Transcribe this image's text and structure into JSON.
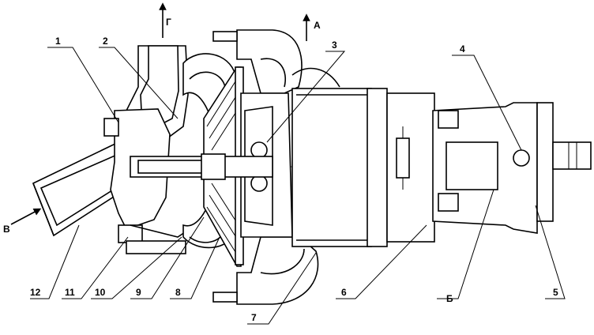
{
  "callouts": [
    "1",
    "2",
    "3",
    "4",
    "5",
    "6",
    "7",
    "8",
    "9",
    "10",
    "11",
    "12"
  ],
  "flow_labels": [
    "Г",
    "А",
    "В",
    "Б"
  ]
}
